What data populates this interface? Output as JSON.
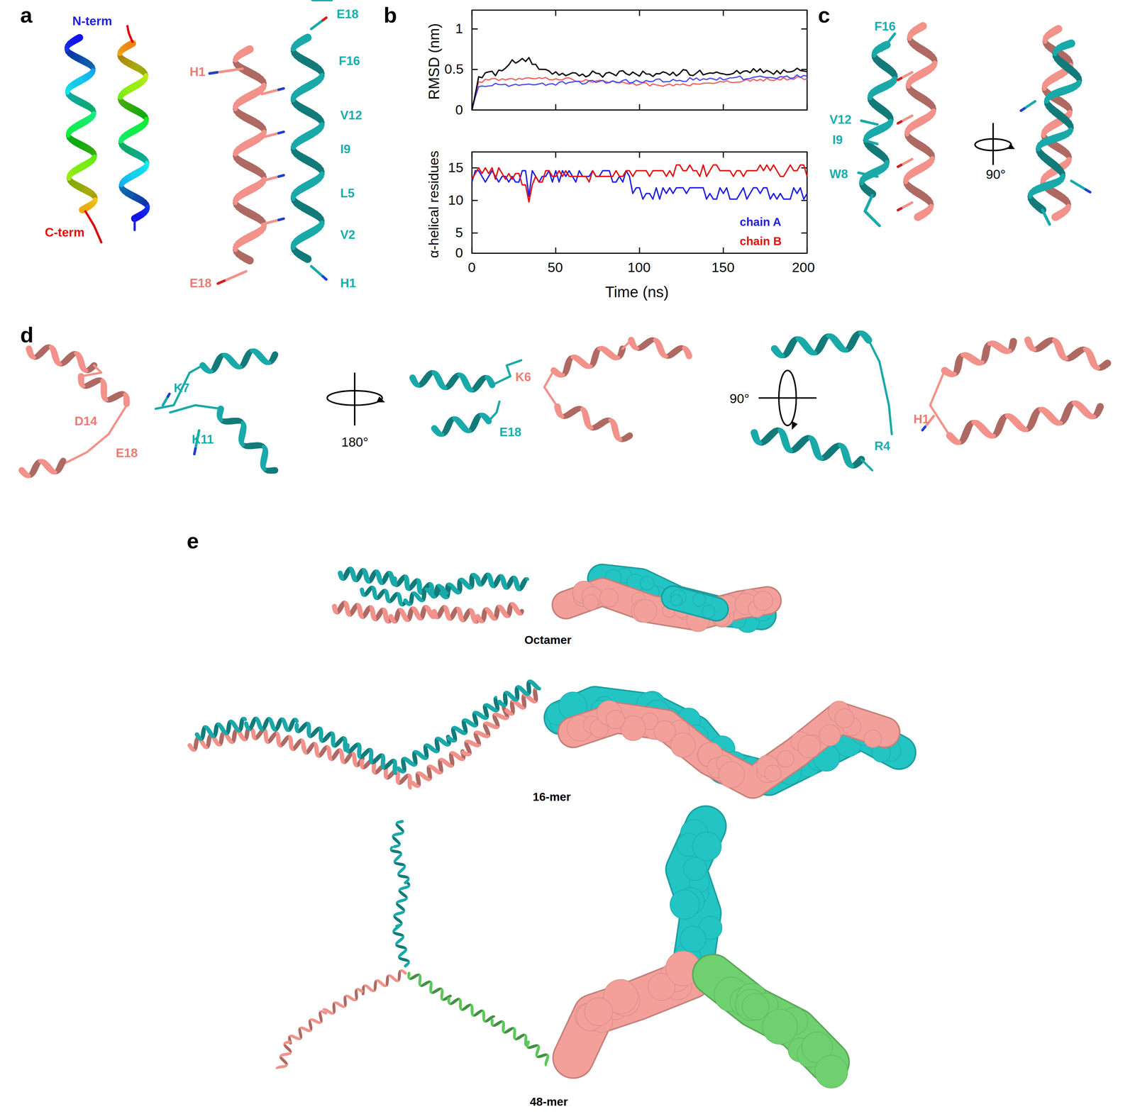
{
  "diagram": {
    "labels": [
      "a",
      "N-term",
      "C-term",
      "H1",
      "E18",
      "F16",
      "V12",
      "I9",
      "L5",
      "V2",
      "H1",
      "E18",
      "b",
      "RMSD (nm)",
      "1",
      "0.5",
      "0",
      "α-helical residues",
      "15",
      "10",
      "5",
      "0",
      "0",
      "50",
      "100",
      "150",
      "200",
      "Time (ns)",
      "chain A",
      "chain B",
      "c",
      "F16",
      "V12",
      "I9",
      "W8",
      "90°",
      "d",
      "D14",
      "K7",
      "E18",
      "K11",
      "180°",
      "K6",
      "E18",
      "90°",
      "R4",
      "H1",
      "e",
      "Octamer",
      "16-mer",
      "48-mer"
    ]
  }
}
